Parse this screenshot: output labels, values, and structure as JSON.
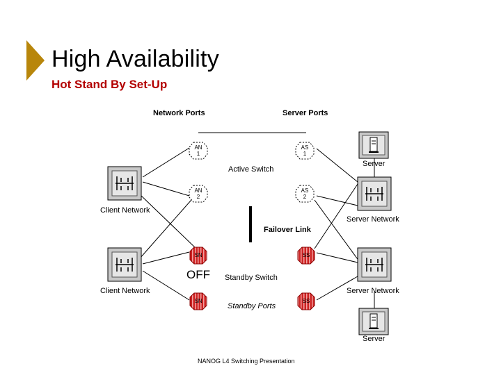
{
  "header": {
    "title": "High Availability",
    "subtitle": "Hot Stand By Set-Up"
  },
  "diagram": {
    "network_ports_label": "Network Ports",
    "server_ports_label": "Server Ports",
    "active_switch_label": "Active Switch",
    "failover_link_label": "Failover Link",
    "standby_switch_label": "Standby Switch",
    "standby_ports_label": "Standby Ports",
    "off_label": "OFF",
    "client_network_top": "Client Network",
    "client_network_bottom": "Client Network",
    "server_network_top": "Server Network",
    "server_network_bottom": "Server Network",
    "server_top": "Server",
    "server_bottom": "Server",
    "active_ports": [
      {
        "line1": "AN",
        "line2": "1"
      },
      {
        "line1": "AS",
        "line2": "1"
      },
      {
        "line1": "AN",
        "line2": "2"
      },
      {
        "line1": "AS",
        "line2": "2"
      }
    ],
    "standby_ports": [
      "SN",
      "SS",
      "SN",
      "SS"
    ]
  },
  "colors": {
    "accent": "#b8860b",
    "subtitle": "#b30000",
    "standby_port_fill": "#cc2222"
  },
  "footer": {
    "text": "NANOG L4 Switching Presentation"
  }
}
